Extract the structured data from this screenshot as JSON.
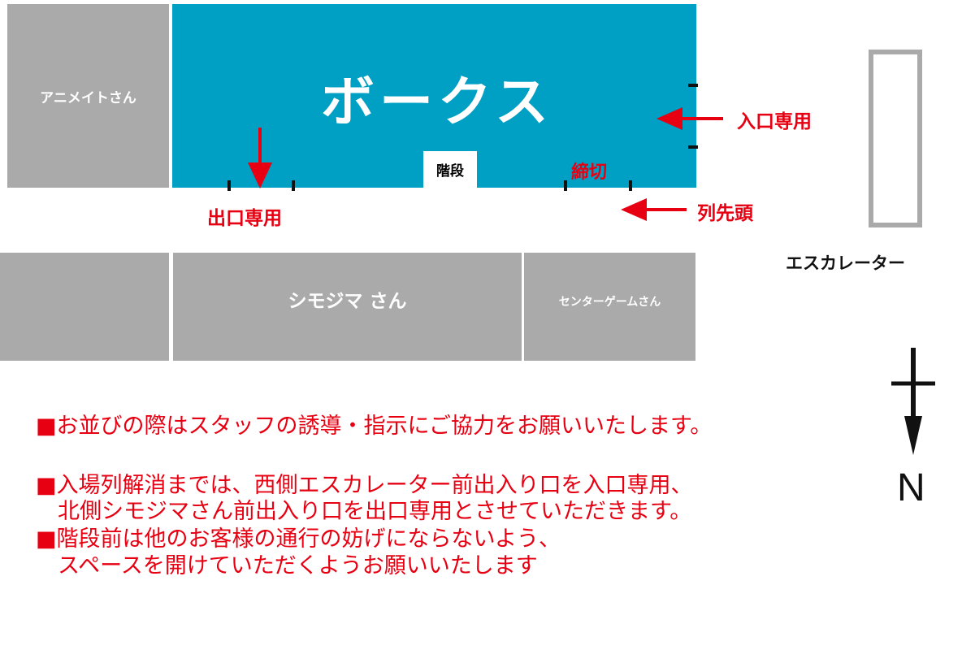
{
  "colors": {
    "store_gray": "#aaaaaa",
    "main_booth": "#009fc4",
    "notice_red": "#e60012",
    "arrow_red": "#e60012"
  },
  "stores": {
    "animate": "アニメイトさん",
    "shimojima": "シモジマ さん",
    "center_game": "センターゲームさん"
  },
  "main_area": {
    "title": "ボークス",
    "stairs": "階段"
  },
  "labels": {
    "entrance_only": "入口専用",
    "exit_only": "出口専用",
    "cutoff": "締切",
    "line_head": "列先頭",
    "escalator": "エスカレーター",
    "north": "N"
  },
  "icons": {
    "compass": "north-arrow-icon",
    "arrows": "red-arrow-icon"
  },
  "notices": [
    "■お並びの際はスタッフの誘導・指示にご協力をお願いいたします。",
    "■入場列解消までは、西側エスカレーター前出入り口を入口専用、",
    "　北側シモジマさん前出入り口を出口専用とさせていただきます。",
    "■階段前は他のお客様の通行の妨げにならないよう、",
    "　スペースを開けていただくようお願いいたします"
  ]
}
